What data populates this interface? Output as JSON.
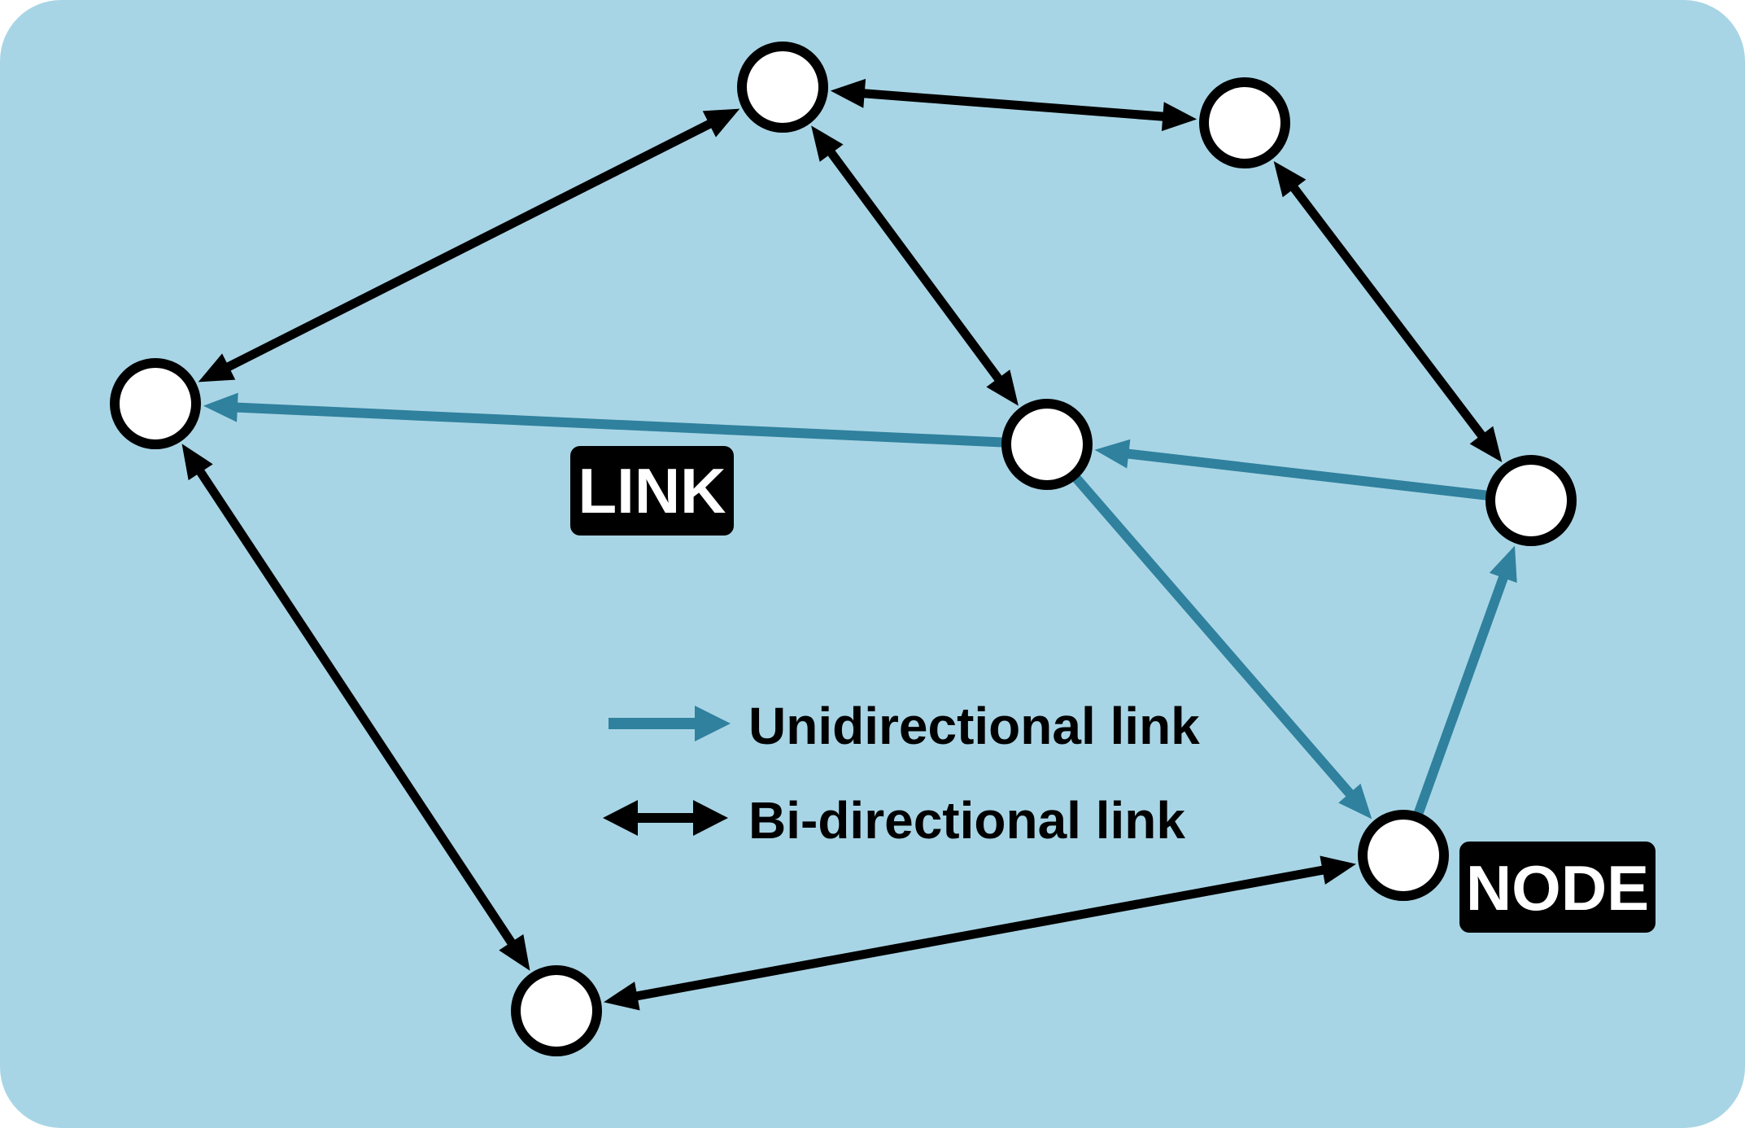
{
  "colors": {
    "background": "#A8D5E5",
    "bidirectional": "#000000",
    "unidirectional": "#2F819E",
    "node_fill": "#FFFFFF",
    "node_stroke": "#000000",
    "tag_fill": "#000000",
    "tag_text": "#FFFFFF"
  },
  "diagram": {
    "nodes": [
      {
        "id": "n-top-center",
        "name": "node-top-center"
      },
      {
        "id": "n-top-right",
        "name": "node-top-right"
      },
      {
        "id": "n-left",
        "name": "node-left"
      },
      {
        "id": "n-center",
        "name": "node-center"
      },
      {
        "id": "n-right",
        "name": "node-right"
      },
      {
        "id": "n-bottom-right",
        "name": "node-bottom-right"
      },
      {
        "id": "n-bottom",
        "name": "node-bottom"
      }
    ],
    "links": [
      {
        "from": "n-top-center",
        "to": "n-top-right",
        "kind": "bidirectional"
      },
      {
        "from": "n-top-center",
        "to": "n-left",
        "kind": "bidirectional"
      },
      {
        "from": "n-top-center",
        "to": "n-center",
        "kind": "bidirectional"
      },
      {
        "from": "n-top-right",
        "to": "n-right",
        "kind": "bidirectional"
      },
      {
        "from": "n-left",
        "to": "n-bottom",
        "kind": "bidirectional"
      },
      {
        "from": "n-bottom",
        "to": "n-bottom-right",
        "kind": "bidirectional"
      },
      {
        "from": "n-center",
        "to": "n-left",
        "kind": "unidirectional"
      },
      {
        "from": "n-right",
        "to": "n-center",
        "kind": "unidirectional"
      },
      {
        "from": "n-center",
        "to": "n-bottom-right",
        "kind": "unidirectional"
      },
      {
        "from": "n-bottom-right",
        "to": "n-right",
        "kind": "unidirectional"
      }
    ]
  },
  "tags": {
    "link": "LINK",
    "node": "NODE"
  },
  "legend": {
    "unidirectional": "Unidirectional link",
    "bidirectional": "Bi-directional link"
  }
}
